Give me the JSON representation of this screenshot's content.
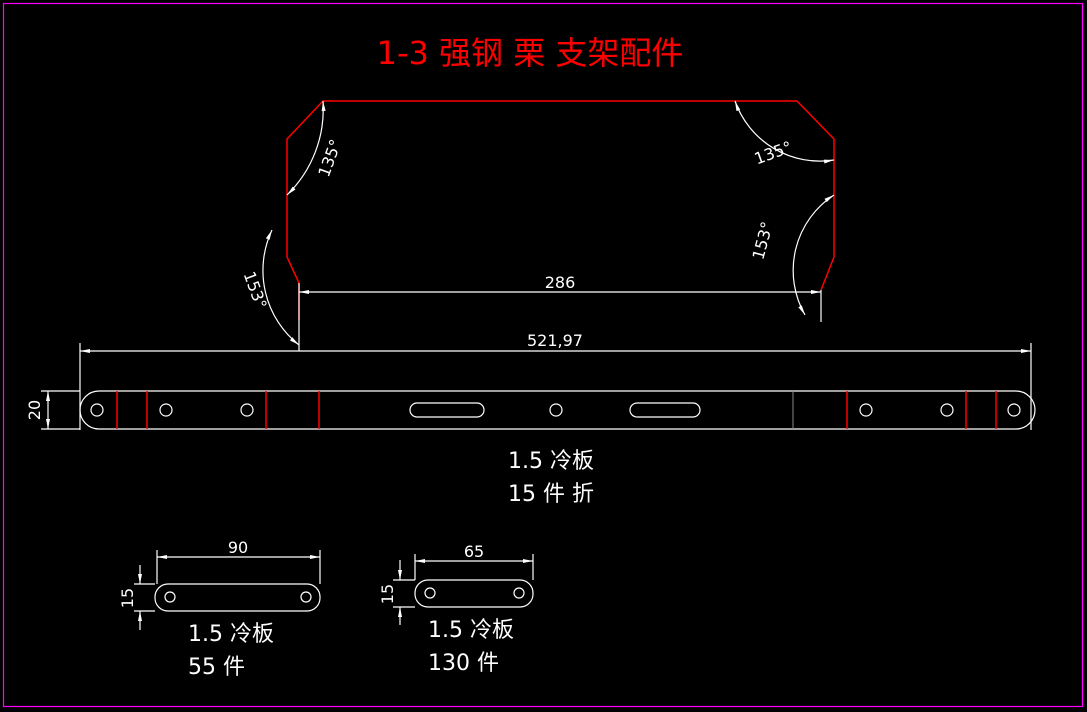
{
  "title": "1-3  强钢  栗  支架配件",
  "colors": {
    "background": "#000000",
    "border": "#ff00ff",
    "bend_lines": "#ff0000",
    "geometry": "#ffffff"
  },
  "main_part": {
    "angles": {
      "top_left": "135°",
      "top_right": "135°",
      "bottom_left": "153°",
      "bottom_right": "153°"
    },
    "dim_inner": "286",
    "dim_overall": "521,97",
    "dim_height": "20",
    "material": "1.5  冷板",
    "quantity": "15  件 折"
  },
  "part_a": {
    "dim_length": "90",
    "dim_height": "15",
    "material": "1.5  冷板",
    "quantity": "55  件"
  },
  "part_b": {
    "dim_length": "65",
    "dim_height": "15",
    "material": "1.5  冷板",
    "quantity": "130  件"
  }
}
